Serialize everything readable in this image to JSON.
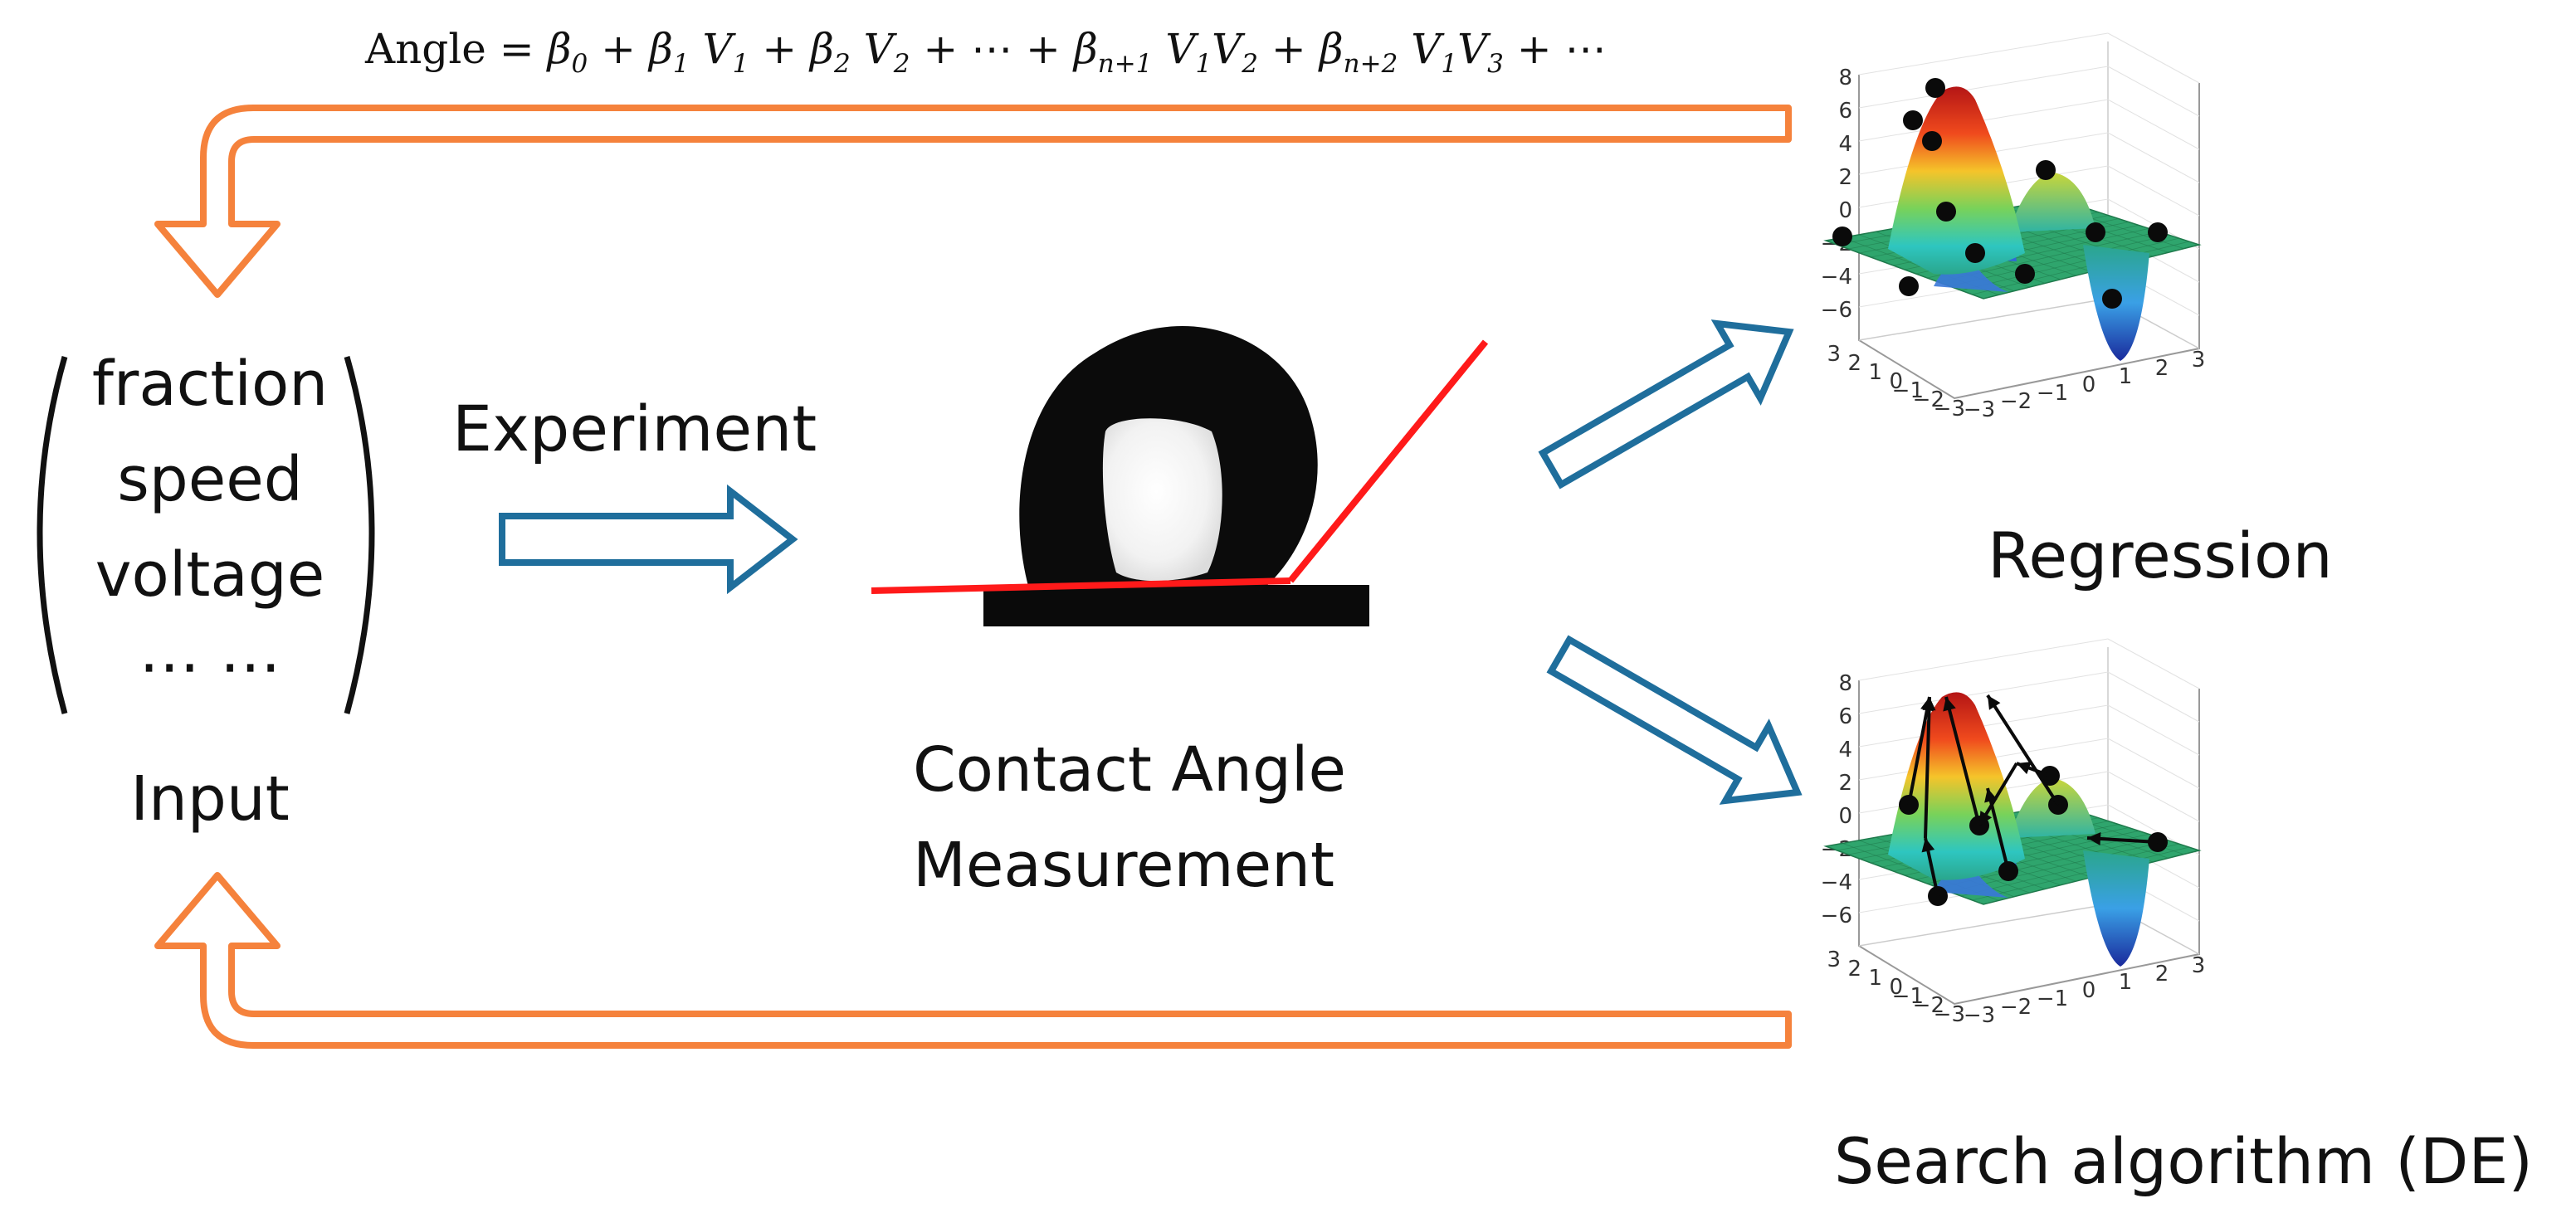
{
  "equation": {
    "lhs": "Angle =",
    "terms": [
      {
        "coef": "β",
        "coef_sub": "0",
        "var": "",
        "var_sub": "",
        "var2": "",
        "var2_sub": "",
        "lead": ""
      },
      {
        "coef": "β",
        "coef_sub": "1",
        "var": "V",
        "var_sub": "1",
        "var2": "",
        "var2_sub": "",
        "lead": "+"
      },
      {
        "coef": "β",
        "coef_sub": "2",
        "var": "V",
        "var_sub": "2",
        "var2": "",
        "var2_sub": "",
        "lead": "+"
      },
      {
        "coef": "β",
        "coef_sub": "n+1",
        "var": "V",
        "var_sub": "1",
        "var2": "V",
        "var2_sub": "2",
        "lead": "+ ⋯ +"
      },
      {
        "coef": "β",
        "coef_sub": "n+2",
        "var": "V",
        "var_sub": "1",
        "var2": "V",
        "var2_sub": "3",
        "lead": "+"
      }
    ],
    "tail": "+ ⋯"
  },
  "input": {
    "items": [
      "fraction",
      "speed",
      "voltage",
      "⋯ ⋯"
    ],
    "label": "Input"
  },
  "experiment_label": "Experiment",
  "measurement": {
    "line1": "Contact Angle",
    "line2": "Measurement"
  },
  "regression": {
    "label": "Regression",
    "zticks": [
      "8",
      "6",
      "4",
      "2",
      "0",
      "−2",
      "−4",
      "−6"
    ],
    "xyticks_left": [
      "3",
      "2",
      "1",
      "0",
      "−1",
      "−2",
      "−3"
    ],
    "xyticks_right": [
      "−3",
      "−2",
      "−1",
      "0",
      "1",
      "2",
      "3"
    ]
  },
  "search": {
    "label": "Search algorithm (DE)",
    "zticks": [
      "8",
      "6",
      "4",
      "2",
      "0",
      "−2",
      "−4",
      "−6"
    ],
    "xyticks_left": [
      "3",
      "2",
      "1",
      "0",
      "−1",
      "−2",
      "−3"
    ],
    "xyticks_right": [
      "−3",
      "−2",
      "−1",
      "0",
      "1",
      "2",
      "3"
    ]
  },
  "colors": {
    "feedback_arrow": "#f5823c",
    "flow_arrow": "#1f6e9c",
    "angle_line": "#ff1a1a"
  }
}
